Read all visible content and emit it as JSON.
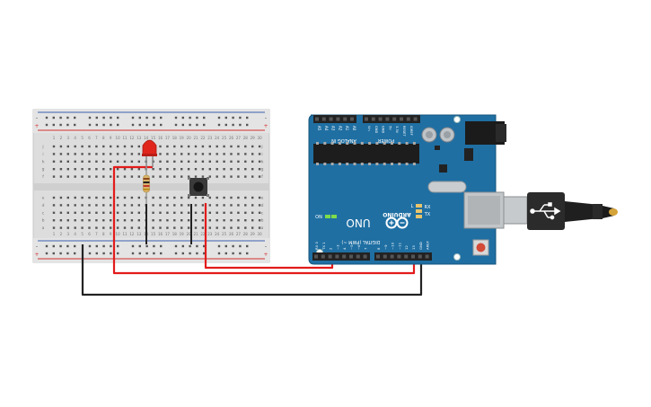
{
  "breadboard": {
    "columns": 30,
    "rows_top": [
      "j",
      "i",
      "h",
      "g",
      "f"
    ],
    "rows_bottom": [
      "e",
      "d",
      "c",
      "b",
      "a"
    ],
    "rail_plus": "+",
    "rail_minus": "-"
  },
  "arduino": {
    "brand": "ARDUINO",
    "model": "UNO",
    "analog_header": "ANALOG IN",
    "power_header": "POWER",
    "analog_pins": [
      "A5",
      "A4",
      "A3",
      "A2",
      "A1",
      "A0"
    ],
    "power_pins": [
      "Vin",
      "GND",
      "GND",
      "5V",
      "3.3V",
      "RESET",
      "IOREF"
    ],
    "digital_header": "DIGITAL (PWM ~)",
    "digital_pins_low": [
      "RX 0",
      "TX 1",
      "2",
      "~3",
      "4",
      "~5",
      "~6",
      "7"
    ],
    "digital_pins_high": [
      "8",
      "~9",
      "~10",
      "~11",
      "12",
      "13",
      "GND",
      "AREF"
    ],
    "led_on_label": "ON",
    "led_l_label": "L",
    "led_tx_label": "TX",
    "led_rx_label": "RX"
  },
  "colors": {
    "board": "#1f6fa3",
    "board_edge": "#17557e",
    "wire_red": "#e31b1b",
    "wire_black": "#222222",
    "breadboard": "#dcdcdc",
    "rail_red": "#d23030",
    "rail_blue": "#3a5fae",
    "led": "#e0261c"
  }
}
